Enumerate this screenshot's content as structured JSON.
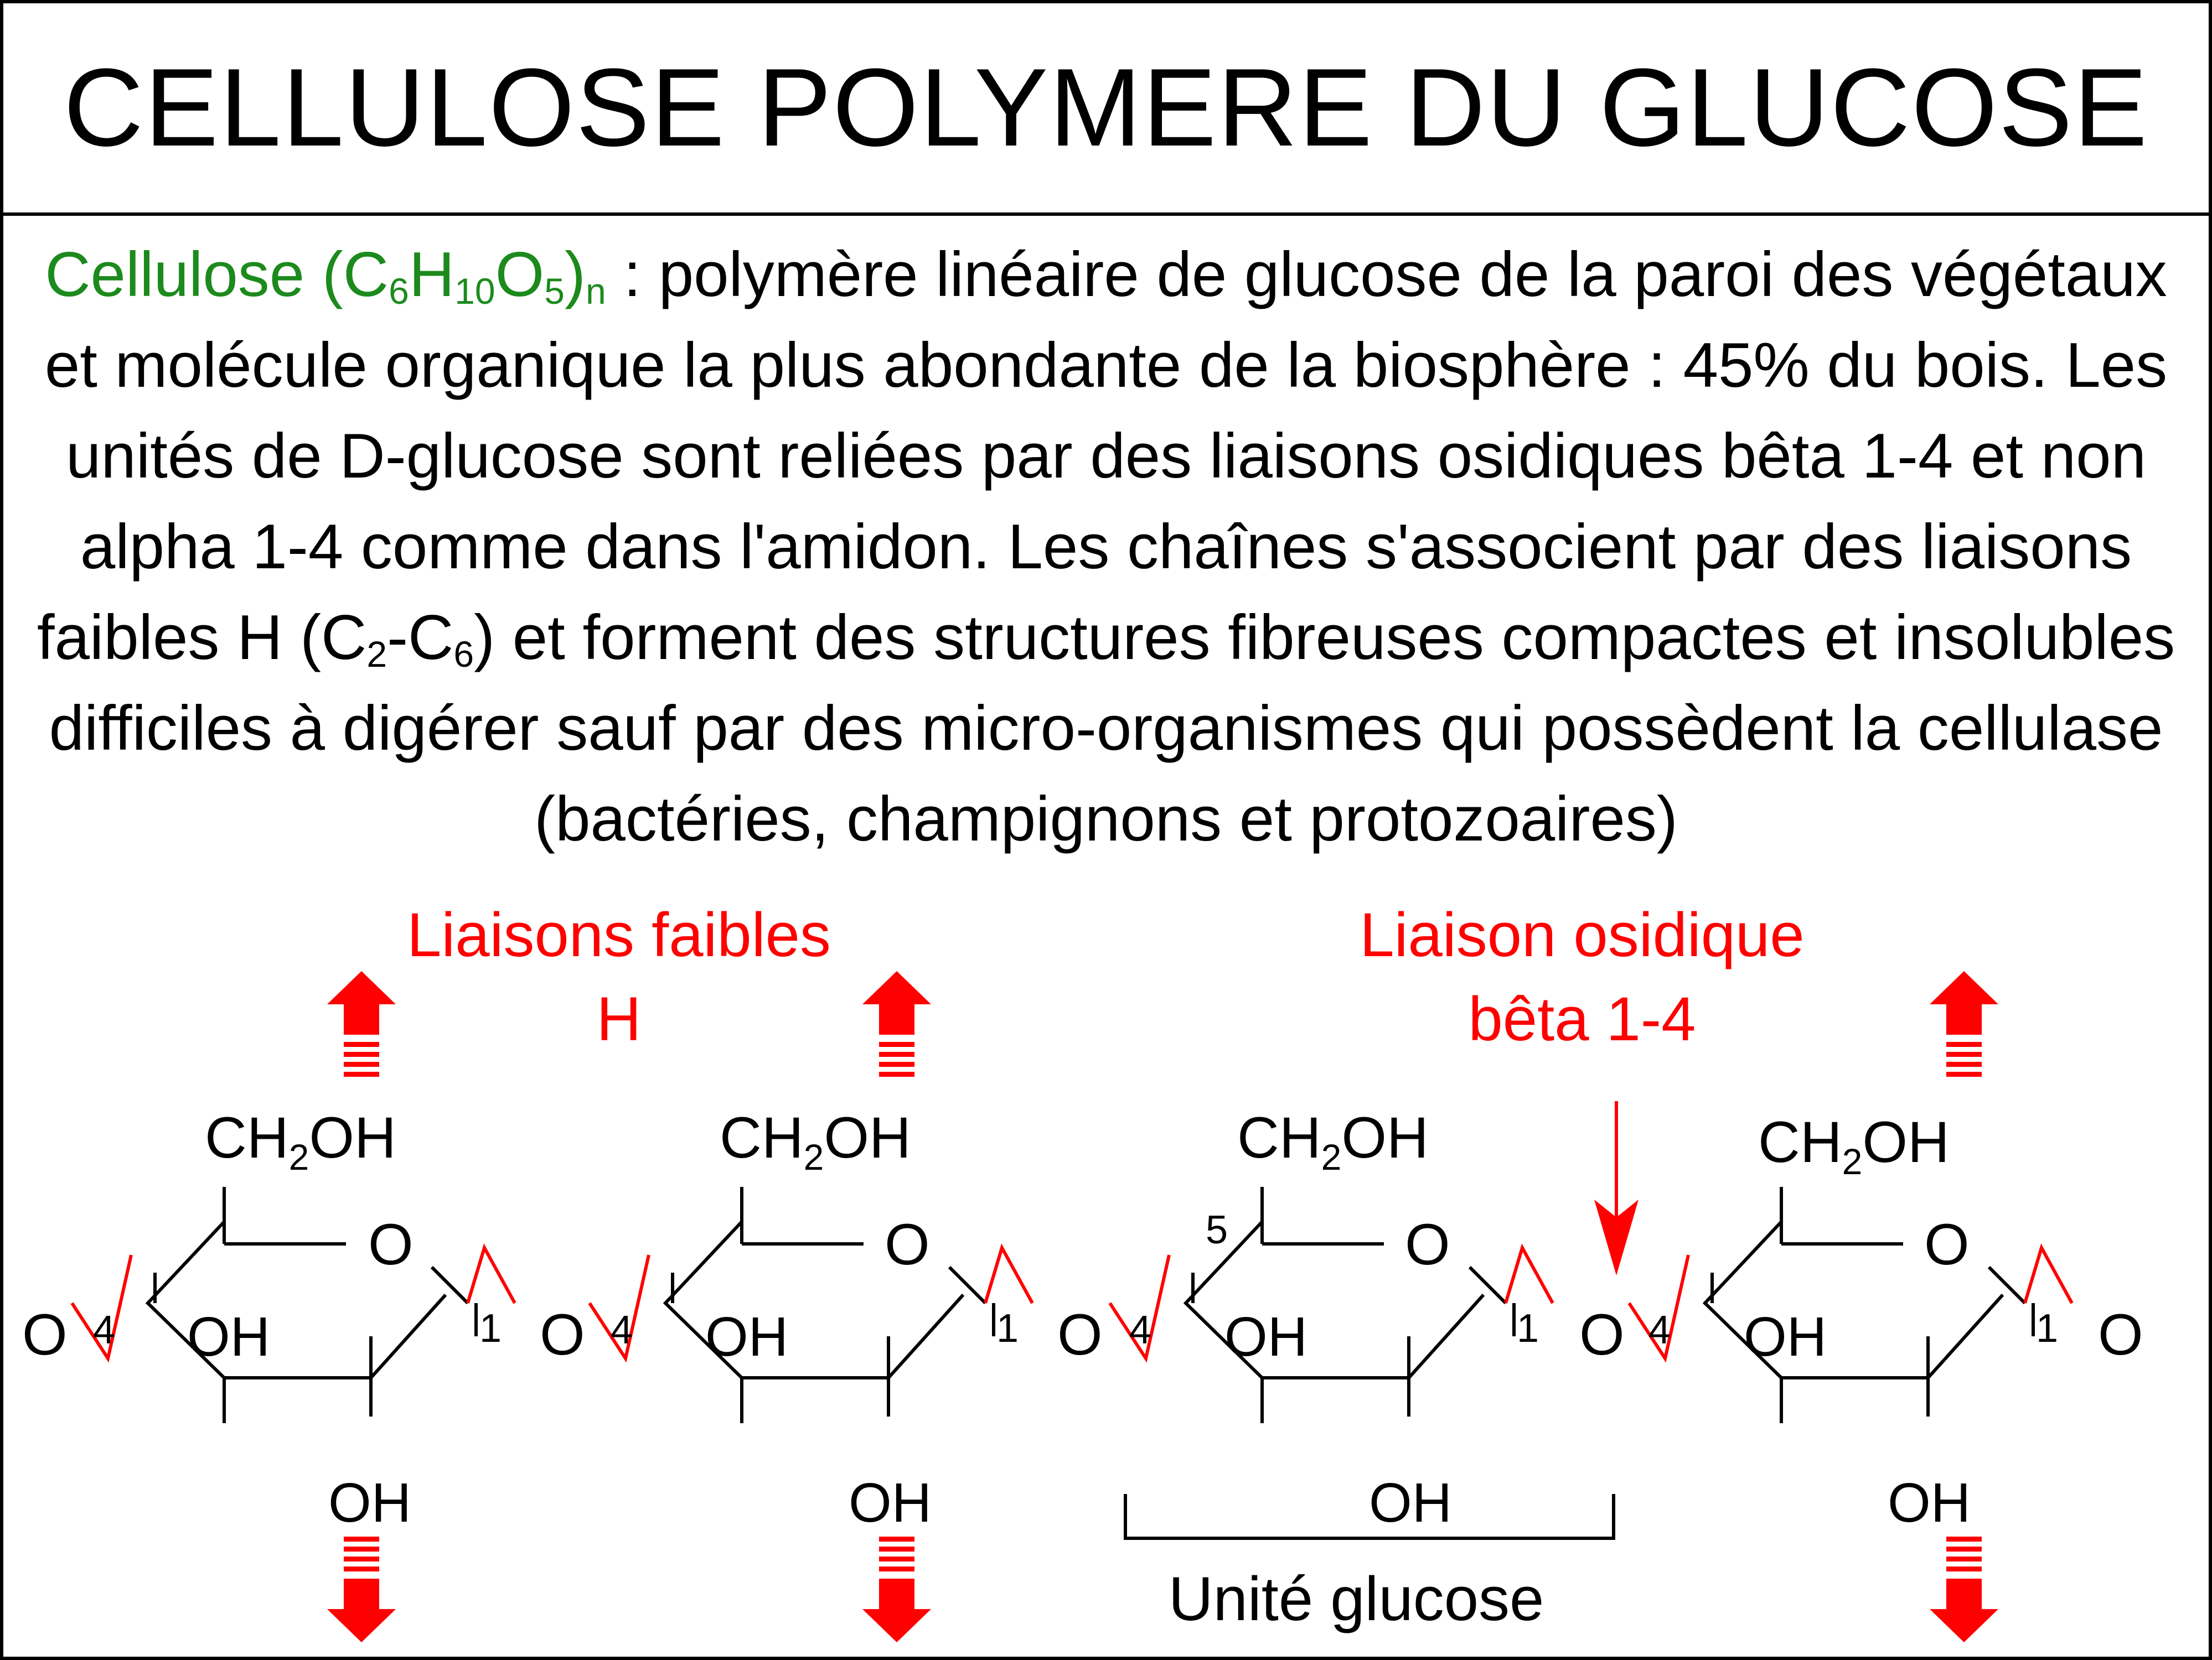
{
  "title": "CELLULOSE POLYMERE DU GLUCOSE",
  "description": {
    "formula": {
      "base": "Cellulose (C",
      "s1": "6",
      "h": "H",
      "s2": "10",
      "o": "O",
      "s3": "5",
      "close": ")",
      "sn": "n"
    },
    "text_1": " : polymère linéaire de glucose de la paroi des végétaux et molécule organique la plus abondante de la biosphère : 45% du bois. Les unités de D-glucose sont reliées par des liaisons osidiques bêta 1-4 et non alpha 1-4 comme dans l'amidon. Les chaînes s'associent par des liaisons faibles H (C",
    "sub_c2": "2",
    "dash": "-C",
    "sub_c6": "6",
    "text_2": ") et forment des structures fibreuses compactes et insolubles difficiles à digérer sauf par des micro-organismes qui possèdent la cellulase (bactéries, champignons et protozoaires)"
  },
  "labels": {
    "weak_bonds_line1": "Liaisons faibles",
    "weak_bonds_line2": "H",
    "glycosidic_line1": "Liaison osidique",
    "glycosidic_line2": "bêta 1-4",
    "glucose_unit": "Unité glucose"
  },
  "molecule": {
    "ch2oh": {
      "ch": "CH",
      "sub": "2",
      "oh": "OH"
    },
    "oh": "OH",
    "o": "O",
    "c1": "1",
    "c4": "4",
    "c5": "5"
  },
  "colors": {
    "red": "#ff0000",
    "green": "#1c8a1c",
    "black": "#000000"
  },
  "icons": [
    "up-arrow-icon",
    "down-arrow-icon"
  ]
}
